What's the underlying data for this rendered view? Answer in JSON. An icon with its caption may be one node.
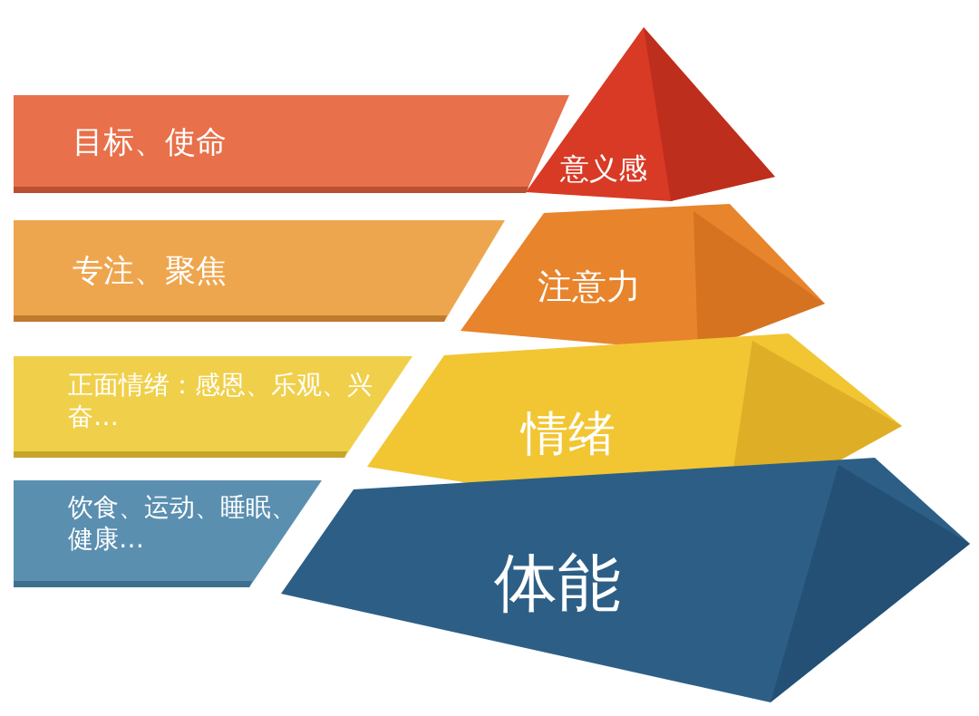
{
  "diagram": {
    "nodes": [
      {
        "text": [
          "目标、使命"
        ]
      },
      {
        "text": [
          "意义感"
        ]
      },
      {
        "text": [
          "专注、聚焦"
        ]
      },
      {
        "text": [
          "注意力"
        ]
      },
      {
        "text": [
          "正面情绪：感恩、乐观、兴奋…"
        ]
      },
      {
        "text": [
          "情绪"
        ]
      },
      {
        "text": [
          "饮食、运动、睡眠、健康…"
        ]
      },
      {
        "text": [
          "体能"
        ]
      }
    ]
  }
}
